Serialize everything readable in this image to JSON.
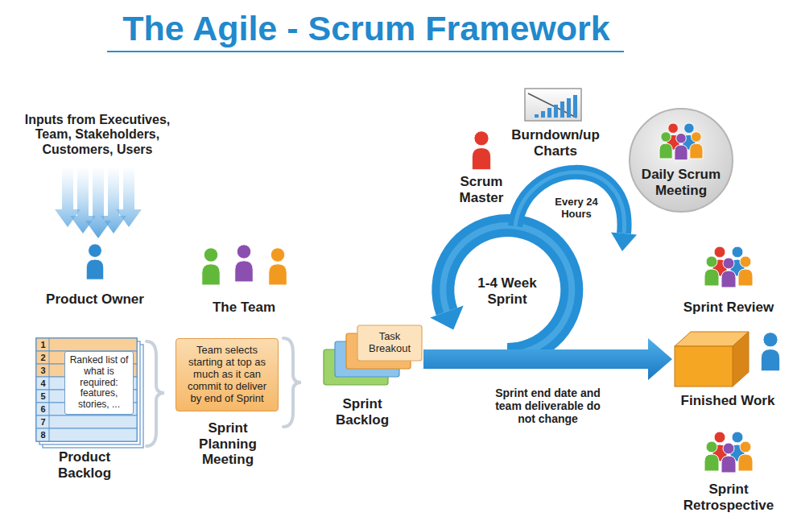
{
  "diagram": {
    "title": "The Agile - Scrum Framework",
    "nodes": [
      {
        "text": [
          "1",
          "2",
          "3",
          "4",
          "5",
          "6",
          "7",
          "8",
          "Product Backlog"
        ]
      },
      {
        "text": [
          "Ranked list of what is required: features, stories, ..."
        ],
        "in": 0
      },
      {
        "text": [
          "Team selects starting at top as much as it can commit to deliver by end of Sprint",
          "Sprint Planning Meeting"
        ]
      },
      {
        "text": [
          "Task Breakout",
          "Sprint Backlog"
        ]
      },
      {
        "text": [
          "Daily Scrum Meeting"
        ]
      },
      {
        "text": [
          "Finished Work"
        ]
      }
    ],
    "edges": [
      {
        "from": 3,
        "to": 5,
        "arrow": "to",
        "label": "Sprint end date and team deliverable do not change"
      }
    ],
    "labels": [
      "Inputs from Executives, Team, Stakeholders, Customers, Users",
      "Product Owner",
      "The Team",
      "Scrum Master",
      "Burndown/up Charts",
      "1-4 Week Sprint",
      "Every 24 Hours",
      "Sprint Review",
      "Sprint Retrospective"
    ]
  }
}
